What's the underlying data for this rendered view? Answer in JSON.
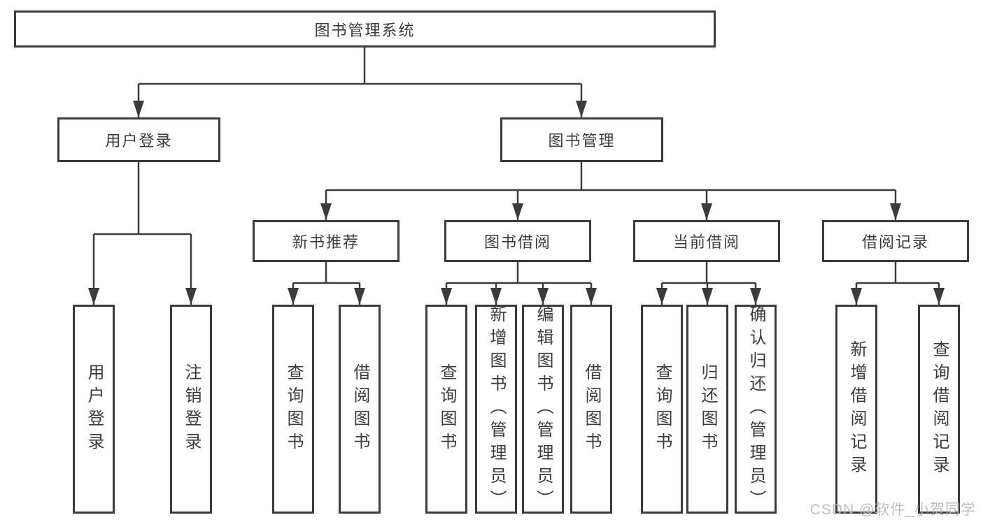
{
  "tree": {
    "label": "图书管理系统",
    "children": [
      {
        "label": "用户登录",
        "children": [
          {
            "label": "用户登录"
          },
          {
            "label": "注销登录"
          }
        ]
      },
      {
        "label": "图书管理",
        "children": [
          {
            "label": "新书推荐",
            "children": [
              {
                "label": "查询图书"
              },
              {
                "label": "借阅图书"
              }
            ]
          },
          {
            "label": "图书借阅",
            "children": [
              {
                "label": "查询图书"
              },
              {
                "label": "新增图书（管理员）"
              },
              {
                "label": "编辑图书（管理员）"
              },
              {
                "label": "借阅图书"
              }
            ]
          },
          {
            "label": "当前借阅",
            "children": [
              {
                "label": "查询图书"
              },
              {
                "label": "归还图书"
              },
              {
                "label": "确认归还（管理员）"
              }
            ]
          },
          {
            "label": "借阅记录",
            "children": [
              {
                "label": "新增借阅记录"
              },
              {
                "label": "查询借阅记录"
              }
            ]
          }
        ]
      }
    ]
  },
  "watermark": "CSDN @软件_小贺同学",
  "colors": {
    "line": "#3b3b3b",
    "text": "#3c3c3c",
    "box_background": "#ffffff",
    "watermark": "#b3b8c2"
  }
}
